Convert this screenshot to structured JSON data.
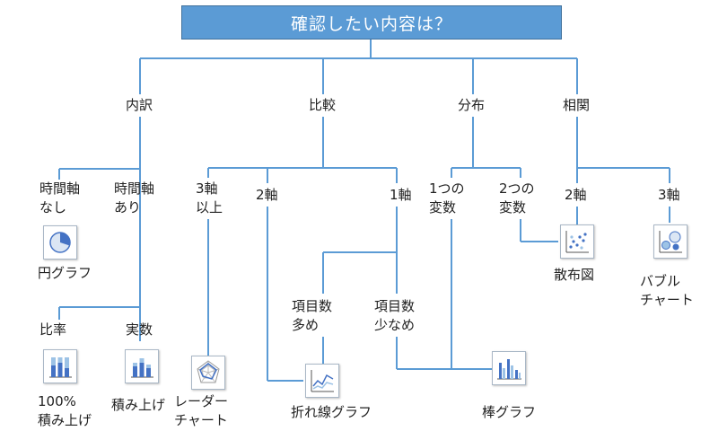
{
  "colors": {
    "line": "#5b9bd5",
    "title_bg": "#5b9bd5",
    "icon_blue": "#4472c4"
  },
  "title": "確認したい内容は？",
  "categories": {
    "breakdown": "内訳",
    "comparison": "比較",
    "distribution": "分布",
    "correlation": "相関"
  },
  "sub": {
    "no_time_axis": "時間軸\nなし",
    "with_time_axis": "時間軸\nあり",
    "three_axes_plus": "3軸\n以上",
    "two_axes": "2軸",
    "one_axis": "1軸",
    "one_variable": "1つの\n変数",
    "two_variables": "2つの\n変数",
    "corr_two_axes": "2軸",
    "corr_three_axes": "3軸",
    "ratio": "比率",
    "actual": "実数",
    "many_items": "項目数\n多め",
    "few_items": "項目数\n少なめ"
  },
  "charts": {
    "pie": "円グラフ",
    "stacked_100": "100%\n積み上げ",
    "stacked": "積み上げ",
    "radar": "レーダー\nチャート",
    "line": "折れ線グラフ",
    "bar": "棒グラフ",
    "scatter": "散布図",
    "bubble": "バブル\nチャート"
  },
  "icons": [
    "pie-chart-icon",
    "stacked-100-chart-icon",
    "stacked-chart-icon",
    "radar-chart-icon",
    "line-chart-icon",
    "bar-chart-icon",
    "scatter-chart-icon",
    "bubble-chart-icon"
  ]
}
